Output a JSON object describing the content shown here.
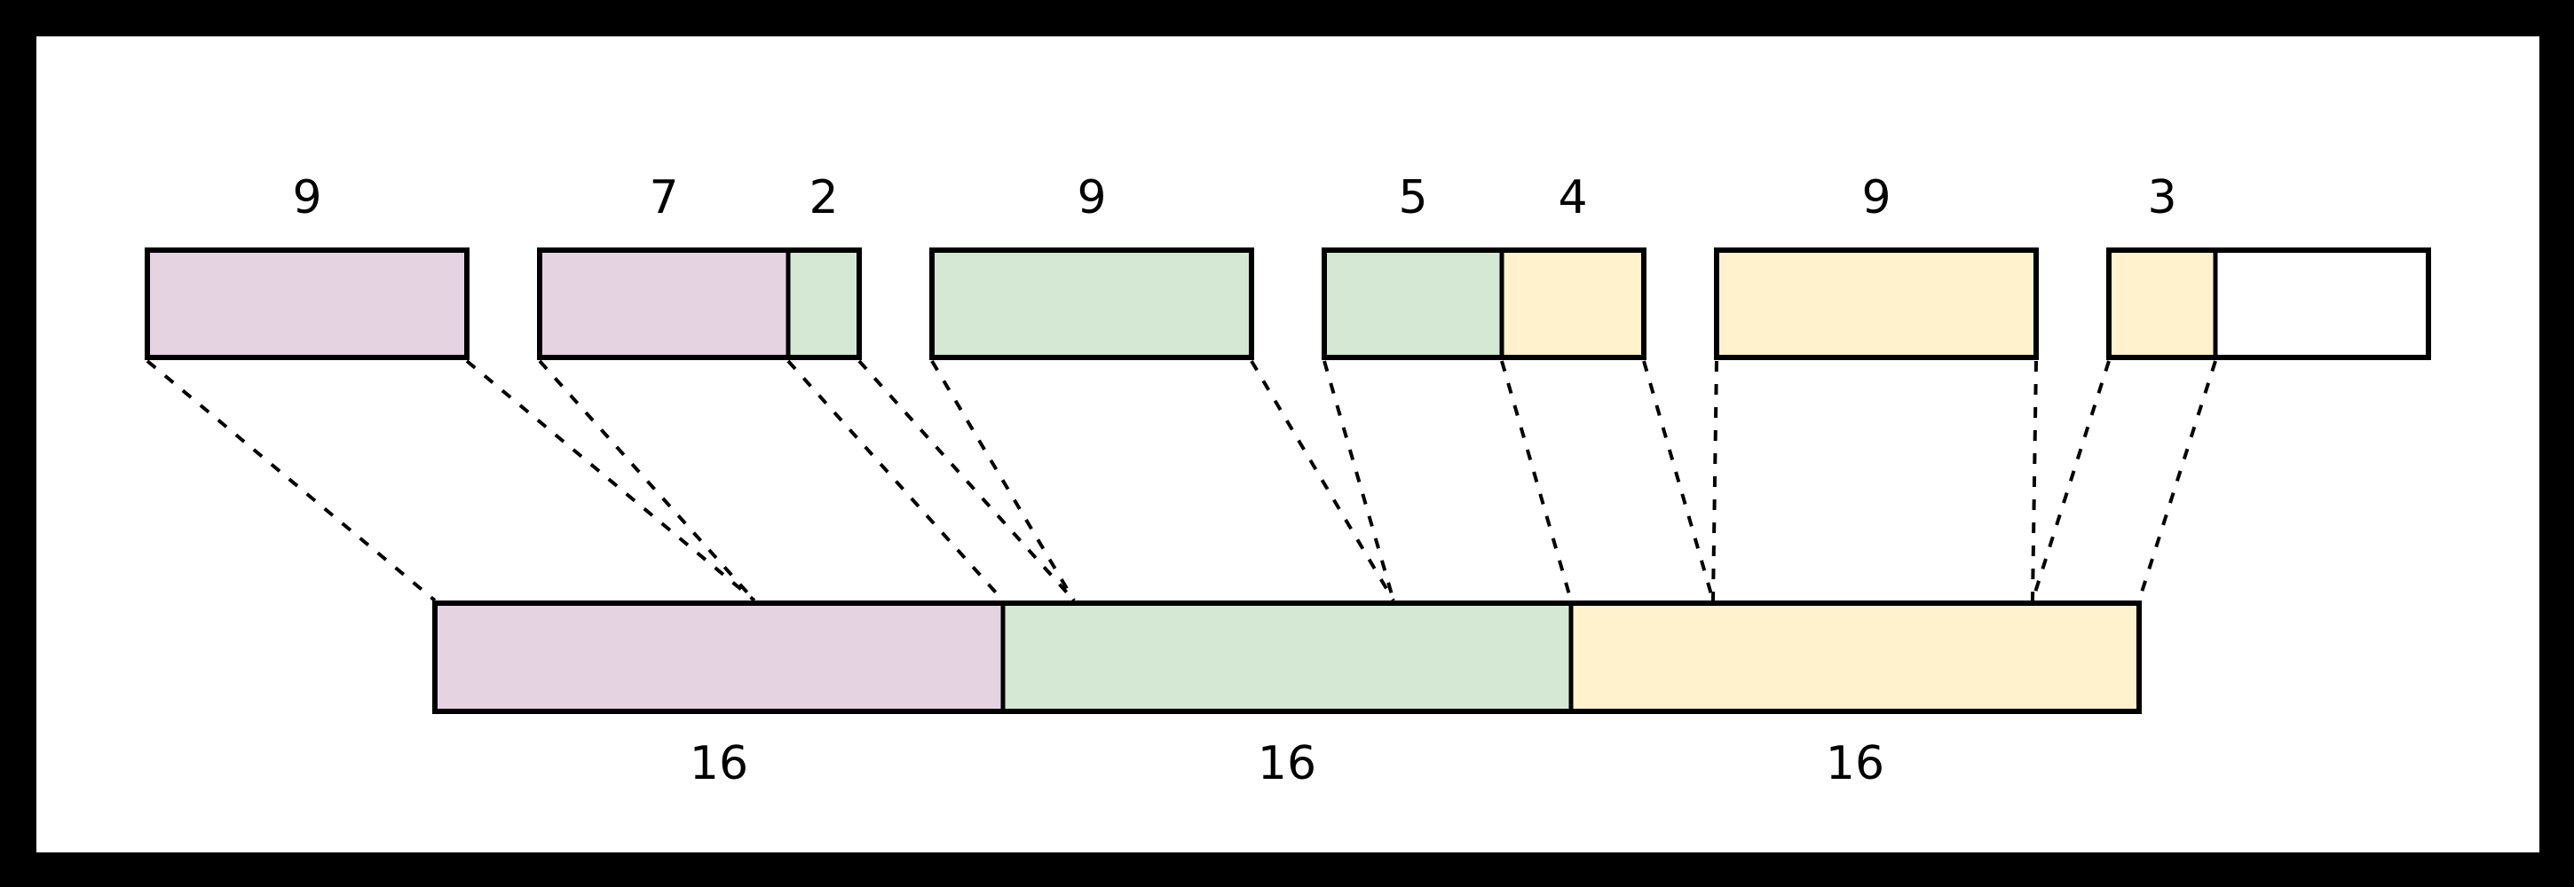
{
  "diagram": {
    "description_colors": {
      "purple": "#E5D3E2",
      "green": "#D5E8D4",
      "yellow": "#FFF2CC",
      "white": "#FFFFFF",
      "stroke": "#000000",
      "canvas_background": "#FFFFFF",
      "frame": "#000000"
    },
    "top_row": {
      "chunks": [
        {
          "segments": [
            {
              "label": "9",
              "units": 9,
              "color": "purple"
            }
          ]
        },
        {
          "segments": [
            {
              "label": "7",
              "units": 7,
              "color": "purple"
            },
            {
              "label": "2",
              "units": 2,
              "color": "green"
            }
          ]
        },
        {
          "segments": [
            {
              "label": "9",
              "units": 9,
              "color": "green"
            }
          ]
        },
        {
          "segments": [
            {
              "label": "5",
              "units": 5,
              "color": "green"
            },
            {
              "label": "4",
              "units": 4,
              "color": "yellow"
            }
          ]
        },
        {
          "segments": [
            {
              "label": "9",
              "units": 9,
              "color": "yellow"
            }
          ]
        },
        {
          "segments": [
            {
              "label": "3",
              "units": 3,
              "color": "yellow"
            },
            {
              "label": "",
              "units": 6,
              "color": "white"
            }
          ]
        }
      ]
    },
    "bottom_row": {
      "blocks": [
        {
          "label": "16",
          "units": 16,
          "color": "purple",
          "composition": [
            9,
            7
          ]
        },
        {
          "label": "16",
          "units": 16,
          "color": "green",
          "composition": [
            2,
            9,
            5
          ]
        },
        {
          "label": "16",
          "units": 16,
          "color": "yellow",
          "composition": [
            4,
            9,
            3
          ]
        }
      ]
    }
  }
}
